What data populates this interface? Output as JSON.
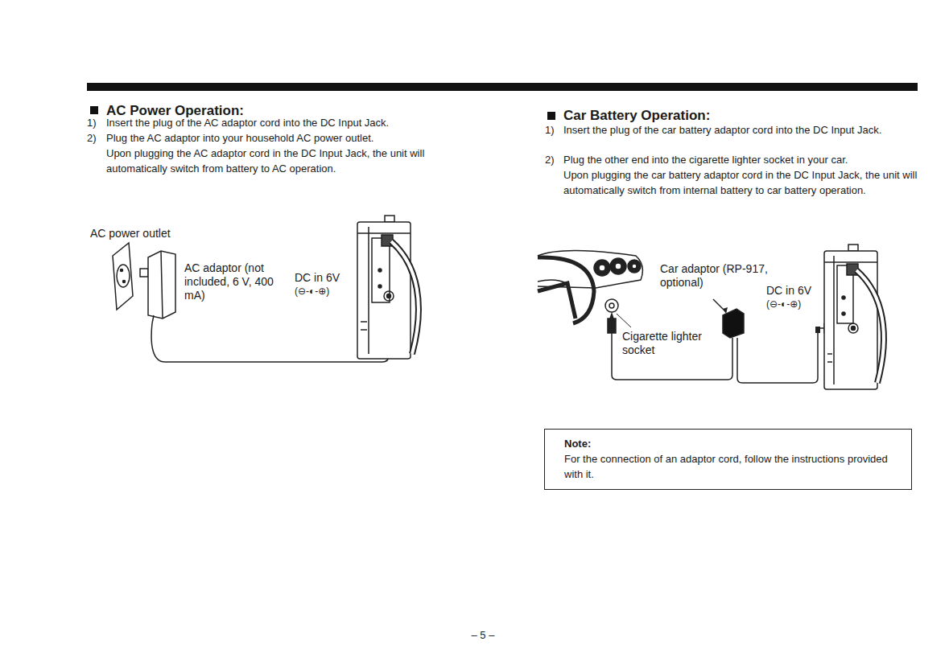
{
  "diagram": {
    "nodes": [
      {
        "text": [
          "Note:",
          "For the connection of an adaptor cord, follow the instructions provided with it."
        ]
      }
    ],
    "labels": [
      "AC Power Operation:",
      "1)",
      "Insert the plug of the AC adaptor cord into the DC Input Jack.",
      "2)",
      "Plug the AC adaptor into your household AC power outlet.",
      "Upon plugging the AC adaptor cord in the DC Input Jack, the unit will automatically switch from battery to AC operation.",
      "AC power outlet",
      "AC adaptor (not included, 6 V, 400 mA)",
      "DC in 6V",
      "(⊖-◐-⊕)",
      "Car Battery Operation:",
      "1)",
      "Insert the plug of the car battery adaptor cord into the DC Input Jack.",
      "2)",
      "Plug the other end into the cigarette lighter socket in your car.",
      "Upon plugging the car battery adaptor cord in the DC Input Jack, the unit will automatically switch from internal battery to car battery operation.",
      "Car adaptor (RP-917, optional)",
      "Cigarette lighter socket",
      "DC in 6V",
      "(⊖-◐-⊕)",
      "– 5 –"
    ]
  }
}
